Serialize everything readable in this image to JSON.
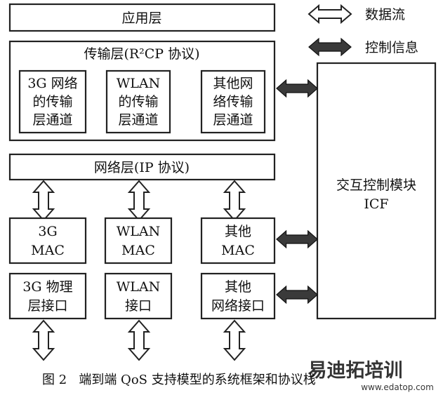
{
  "legend": {
    "data_flow": "数据流",
    "control_info": "控制信息"
  },
  "app_layer": "应用层",
  "transport_layer": {
    "title": "传输层(R²CP 协议)",
    "channels": [
      [
        "3G 网络",
        "的传输",
        "层通道"
      ],
      [
        "WLAN",
        "的传输",
        "层通道"
      ],
      [
        "其他网",
        "络传输",
        "层通道"
      ]
    ]
  },
  "network_layer": "网络层(IP 协议)",
  "mac_layer": [
    [
      "3G",
      "MAC"
    ],
    [
      "WLAN",
      "MAC"
    ],
    [
      "其他",
      "MAC"
    ]
  ],
  "phy_layer": [
    [
      "3G 物理",
      "层接口"
    ],
    [
      "WLAN",
      "接口"
    ],
    [
      "其他",
      "网络接口"
    ]
  ],
  "icf": {
    "line1": "交互控制模块",
    "line2": "ICF"
  },
  "caption": "图 2   端到端 QoS 支持模型的系统框架和协议栈",
  "watermark": {
    "brand": "易迪拓培训",
    "url": "www.edatop.com"
  },
  "colors": {
    "line": "#222222",
    "solid_arrow": "#3a3a3a",
    "watermark": "#e7a1a8"
  }
}
